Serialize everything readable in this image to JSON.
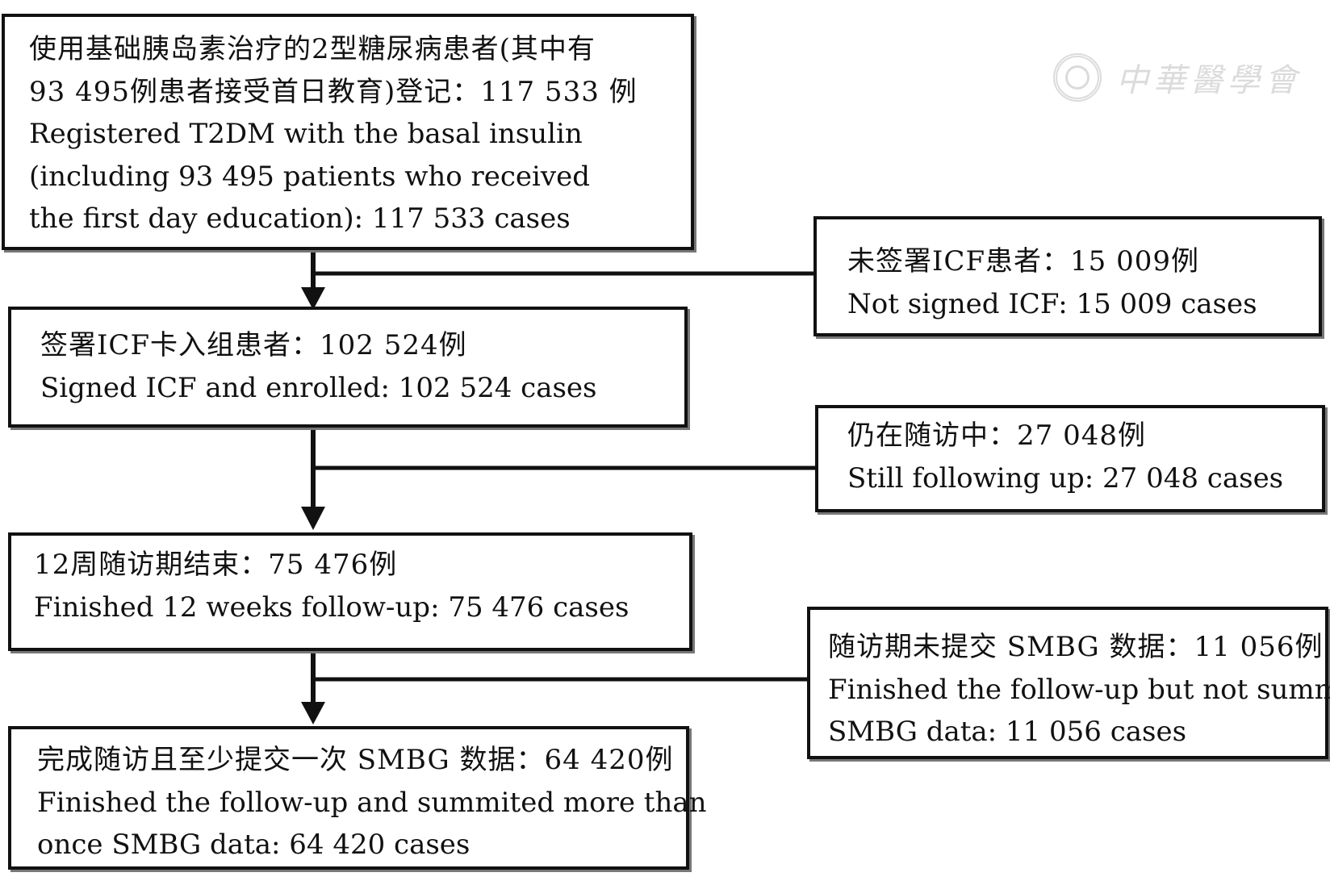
{
  "watermark": {
    "text": "中華醫學會"
  },
  "boxes": {
    "registered": {
      "zh_line1": "使用基础胰岛素治疗的2型糖尿病患者(其中有",
      "zh_line2": "93 495例患者接受首日教育)登记：117 533 例",
      "en_line1": "Registered T2DM with the basal insulin",
      "en_line2": "(including 93 495 patients who received",
      "en_line3": "the first day education): 117 533 cases"
    },
    "not_signed": {
      "zh": "未签署ICF患者：15 009例",
      "en": "Not signed ICF: 15 009 cases"
    },
    "enrolled": {
      "zh": "签署ICF卡入组患者：102 524例",
      "en": "Signed ICF and enrolled: 102 524 cases"
    },
    "still_following": {
      "zh": "仍在随访中：27 048例",
      "en": "Still following up: 27 048 cases"
    },
    "finished_12w": {
      "zh": "12周随访期结束：75 476例",
      "en": "Finished 12 weeks follow-up: 75 476 cases"
    },
    "no_smbg": {
      "zh": "随访期未提交 SMBG 数据：11 056例",
      "en_line1": "Finished the follow-up but not summited",
      "en_line2": "SMBG data: 11 056 cases"
    },
    "completed": {
      "zh": "完成随访且至少提交一次 SMBG 数据：64 420例",
      "en_line1": "Finished the follow-up and summited more than",
      "en_line2": "once SMBG data: 64 420 cases"
    }
  },
  "colors": {
    "line": "#111111",
    "shadow": "#777777",
    "watermark": "#9a9a9a"
  }
}
